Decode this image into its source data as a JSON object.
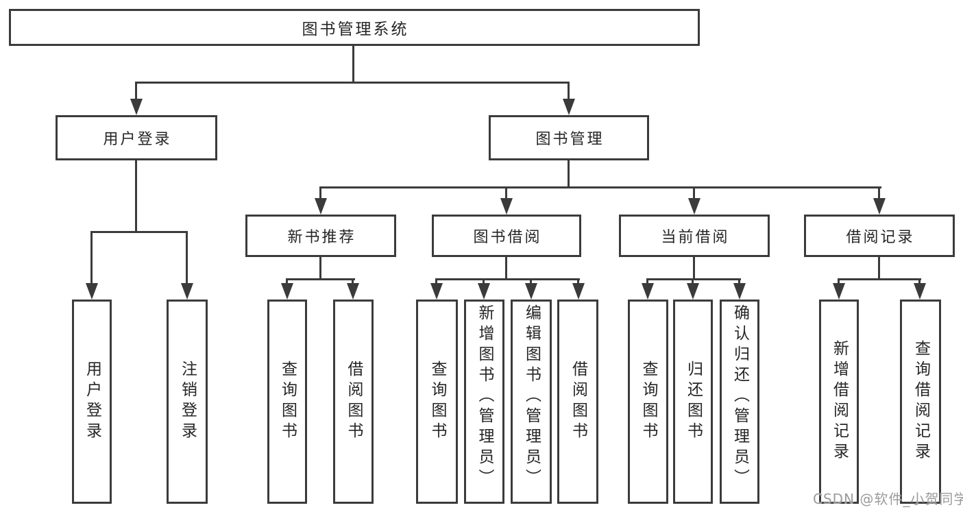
{
  "diagram_title": "图书管理系统",
  "colors": {
    "line": "#3b3b3b",
    "box_border": "#3b3b3b",
    "box_fill": "#ffffff",
    "text": "#262626",
    "watermark": "#9b9b9b",
    "background": "#ffffff"
  },
  "nodes": {
    "root": {
      "label": "图书管理系统"
    },
    "level2": {
      "user_login": {
        "label": "用户登录"
      },
      "book_management": {
        "label": "图书管理"
      }
    },
    "level3": {
      "new_book_recommend": {
        "label": "新书推荐"
      },
      "book_borrowing": {
        "label": "图书借阅"
      },
      "current_borrowing": {
        "label": "当前借阅"
      },
      "borrowing_records": {
        "label": "借阅记录"
      }
    },
    "leaves": {
      "user_login": {
        "label": "用户登录"
      },
      "logout": {
        "label": "注销登录"
      },
      "query_books_recommend": {
        "label": "查询图书"
      },
      "borrow_books_recommend": {
        "label": "借阅图书"
      },
      "query_books_borrowing": {
        "label": "查询图书"
      },
      "add_book_admin": {
        "label": "新增图书（管理员）"
      },
      "edit_book_admin": {
        "label": "编辑图书（管理员）"
      },
      "borrow_books_borrowing": {
        "label": "借阅图书"
      },
      "query_books_current": {
        "label": "查询图书"
      },
      "return_books": {
        "label": "归还图书"
      },
      "confirm_return_admin": {
        "label": "确认归还（管理员）"
      },
      "add_borrow_record": {
        "label": "新增借阅记录"
      },
      "query_borrow_record": {
        "label": "查询借阅记录"
      }
    }
  },
  "watermark": {
    "text": "CSDN @软件_小贺同学"
  }
}
